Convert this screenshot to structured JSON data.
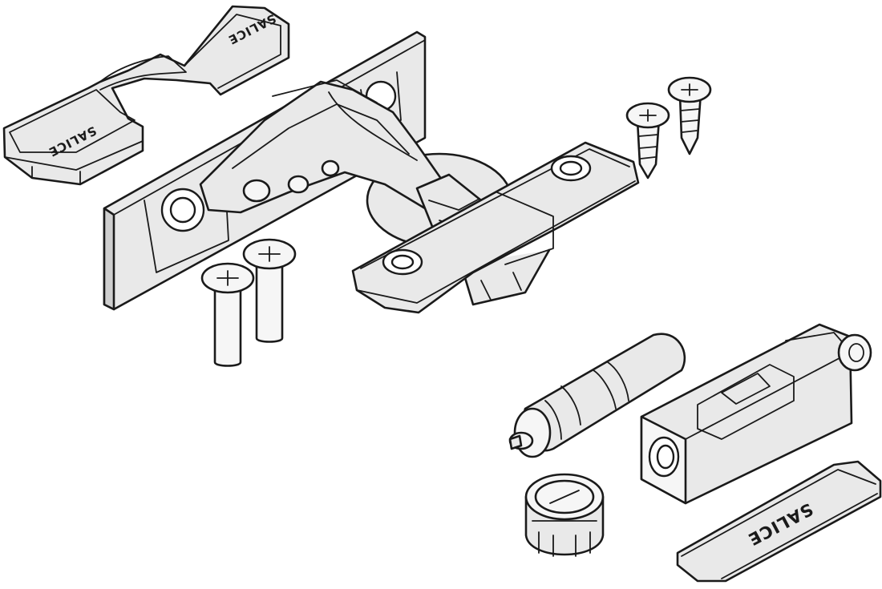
{
  "figure": {
    "brand_marks": {
      "cover_cap_top": "SALICE",
      "cover_cap_bottom": "SALICE",
      "damper_cover": "SALICE"
    },
    "colors": {
      "outline": "#1a1a1a",
      "part_fill": "#e9e9e9",
      "background": "#ffffff"
    },
    "parts": [
      "cover-cap",
      "mounting-plate",
      "hinge-arm",
      "hinge-cup",
      "chipboard-screw",
      "euro-screw",
      "damper-cylinder",
      "damper-housing",
      "damper-cover",
      "damper-bushing"
    ]
  }
}
